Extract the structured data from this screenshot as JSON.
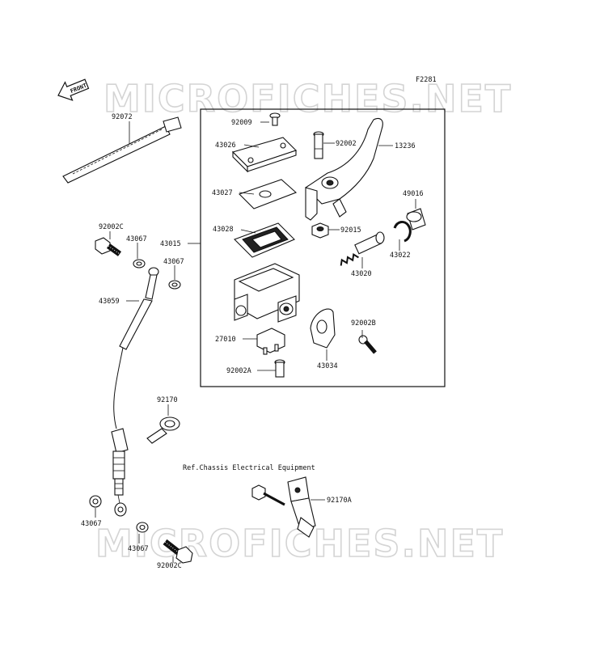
{
  "diagram_code": "F2281",
  "watermark": "MICROFICHES.NET",
  "front_label": "FRONT",
  "reference_note": "Ref.Chassis Electrical Equipment",
  "parts": {
    "p92072": "92072",
    "p92009": "92009",
    "p43026": "43026",
    "p92002": "92002",
    "p13236": "13236",
    "p43027": "43027",
    "p49016": "49016",
    "p92002c_top": "92002C",
    "p43028": "43028",
    "p92015": "92015",
    "p43067_a": "43067",
    "p43015": "43015",
    "p43022": "43022",
    "p43067_b": "43067",
    "p43020": "43020",
    "p43059": "43059",
    "p92002b": "92002B",
    "p27010": "27010",
    "p92002a": "92002A",
    "p43034": "43034",
    "p92170": "92170",
    "p92170a": "92170A",
    "p43067_c": "43067",
    "p43067_d": "43067",
    "p92002c_bottom": "92002C"
  }
}
